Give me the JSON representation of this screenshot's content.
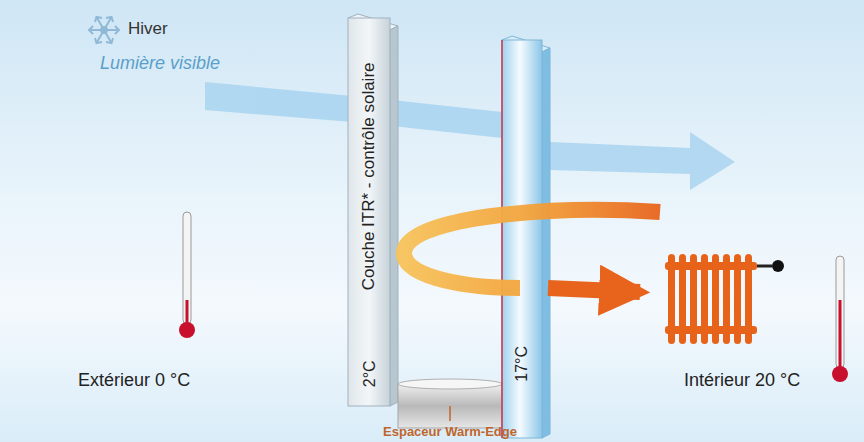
{
  "diagram": {
    "labels": [
      "Hiver",
      "Lumière visible",
      "Couche ITR* - contrôle solaire",
      "2°C",
      "17°C",
      "Extérieur 0 °C",
      "Intérieur 20 °C",
      "Espaceur Warm-Edge"
    ]
  }
}
